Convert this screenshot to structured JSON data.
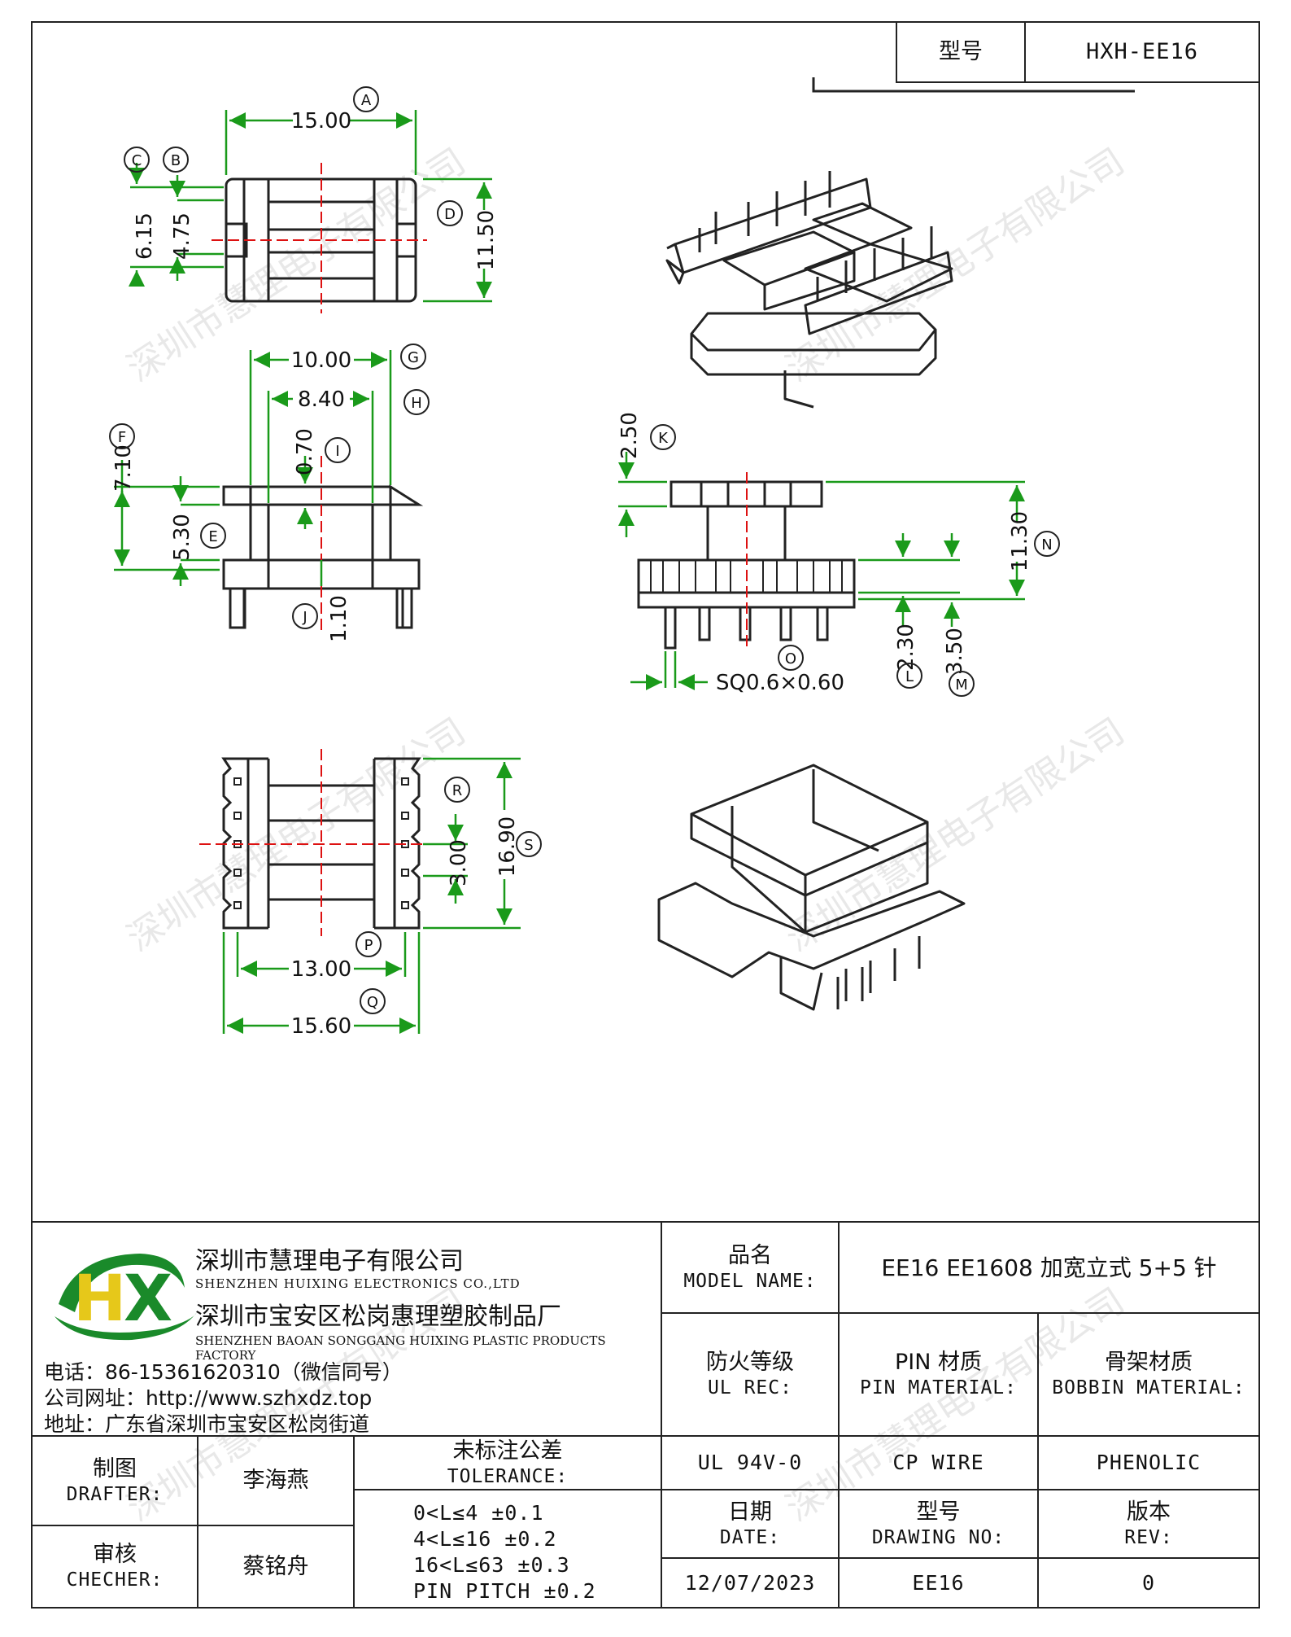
{
  "header": {
    "model_label": "型号",
    "model_value": "HXH-EE16"
  },
  "drawing": {
    "top_view": {
      "dim_a": "15.00",
      "dim_d": "11.50",
      "dim_c": "6.15",
      "dim_b": "4.75",
      "ref_a": "A",
      "ref_b": "B",
      "ref_c": "C",
      "ref_d": "D"
    },
    "front_view": {
      "dim_g": "10.00",
      "dim_h": "8.40",
      "dim_i": "0.70",
      "dim_f": "7.10",
      "dim_e": "5.30",
      "dim_j": "1.10",
      "ref_g": "G",
      "ref_h": "H",
      "ref_i": "I",
      "ref_f": "F",
      "ref_e": "E",
      "ref_j": "J"
    },
    "side_view": {
      "dim_k": "2.50",
      "dim_n": "11.30",
      "dim_l": "2.30",
      "dim_m": "3.50",
      "dim_o": "SQ0.6×0.60",
      "ref_k": "K",
      "ref_n": "N",
      "ref_l": "L",
      "ref_m": "M",
      "ref_o": "O"
    },
    "bottom_view": {
      "dim_r": "3.00",
      "dim_s": "16.90",
      "dim_p": "13.00",
      "dim_q": "15.60",
      "ref_r": "R",
      "ref_s": "S",
      "ref_p": "P",
      "ref_q": "Q"
    }
  },
  "watermark": "深圳市慧理电子有限公司",
  "company": {
    "logo_text": "HX",
    "name_cn": "深圳市慧理电子有限公司",
    "name_en": "SHENZHEN HUIXING ELECTRONICS CO.,LTD",
    "factory_cn": "深圳市宝安区松岗惠理塑胶制品厂",
    "factory_en": "SHENZHEN BAOAN SONGGANG HUIXING PLASTIC PRODUCTS FACTORY",
    "phone": "电话：86-15361620310（微信同号）",
    "website": "公司网址：http://www.szhxdz.top",
    "address": "地址：广东省深圳市宝安区松岗街道"
  },
  "title_block": {
    "model_name_cn": "品名",
    "model_name_en": "MODEL NAME:",
    "model_name_value": "EE16 EE1608 加宽立式 5+5 针",
    "ul_cn": "防火等级",
    "ul_en": "UL REC:",
    "pin_cn": "PIN 材质",
    "pin_en": "PIN MATERIAL:",
    "bobbin_cn": "骨架材质",
    "bobbin_en": "BOBBIN MATERIAL:",
    "ul_value": "UL 94V-0",
    "pin_value": "CP WIRE",
    "bobbin_value": "PHENOLIC",
    "drafter_cn": "制图",
    "drafter_en": "DRAFTER:",
    "drafter_name": "李海燕",
    "checker_cn": "审核",
    "checker_en": "CHECHER:",
    "checker_name": "蔡铭舟",
    "tolerance_cn": "未标注公差",
    "tolerance_en": "TOLERANCE:",
    "tolerances": [
      "0<L≤4  ±0.1",
      "4<L≤16 ±0.2",
      "16<L≤63 ±0.3",
      "PIN PITCH ±0.2"
    ],
    "date_cn": "日期",
    "date_en": "DATE:",
    "drawing_no_cn": "型号",
    "drawing_no_en": "DRAWING NO:",
    "rev_cn": "版本",
    "rev_en": "REV:",
    "date_value": "12/07/2023",
    "drawing_no_value": "EE16",
    "rev_value": "0"
  }
}
